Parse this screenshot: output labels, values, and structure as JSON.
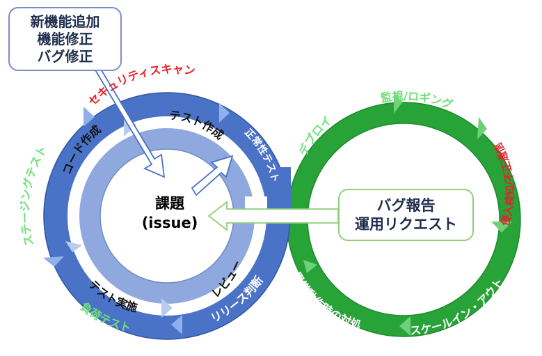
{
  "request_box": {
    "line1": "新機能追加",
    "line2": "機能修正",
    "line3": "バグ修正"
  },
  "report_box": {
    "line1": "バグ報告",
    "line2": "運用リクエスト"
  },
  "issue": {
    "line1": "課題",
    "line2": "(issue)"
  },
  "dev_inner_cycle": [
    "テスト作成",
    "コード作成",
    "テスト実施",
    "レビュー"
  ],
  "dev_outer_cycle": [
    "セキュリティスキャン",
    "正常性テスト",
    "リリース判断",
    "負荷テスト",
    "ステージングテスト"
  ],
  "ops_cycle": [
    "デプロイ",
    "監視/ロギング",
    "侵入検知/不正通信",
    "スケールイン・アウト",
    "異常動作時の対処"
  ],
  "colors": {
    "dev_outer": "#4a72c6",
    "dev_inner": "#8fa9de",
    "ops": "#27a338",
    "label_red": "#e8202b",
    "label_green": "#6fe07a",
    "label_white": "#ffffff",
    "label_dark": "#111111"
  }
}
